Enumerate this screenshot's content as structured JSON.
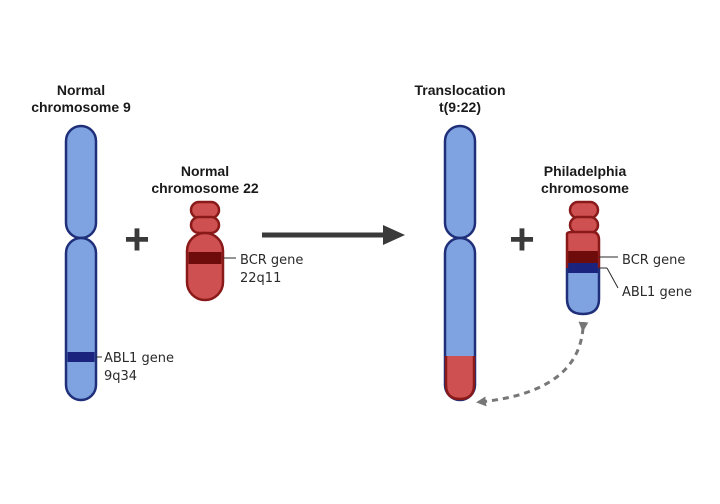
{
  "titles": {
    "chr9": [
      "Normal",
      "chromosome 9"
    ],
    "chr22": [
      "Normal",
      "chromosome 22"
    ],
    "translocation": [
      "Translocation",
      "t(9:22)"
    ],
    "philadelphia": [
      "Philadelphia",
      "chromosome"
    ]
  },
  "labels": {
    "abl1_normal": [
      "ABL1 gene",
      "9q34"
    ],
    "bcr_normal": [
      "BCR gene",
      "22q11"
    ],
    "bcr_ph": "BCR gene",
    "abl1_ph": "ABL1 gene"
  },
  "symbols": {
    "plus": "+"
  },
  "colors": {
    "blue_fill": "#7fa3e0",
    "blue_stroke": "#1f2f7a",
    "red_fill": "#cf5050",
    "red_stroke": "#8a1a1a",
    "bcr_band": "#6e0b0b",
    "abl_band": "#1a237e",
    "arrow": "#3a3a3a",
    "dashed": "#777777"
  }
}
